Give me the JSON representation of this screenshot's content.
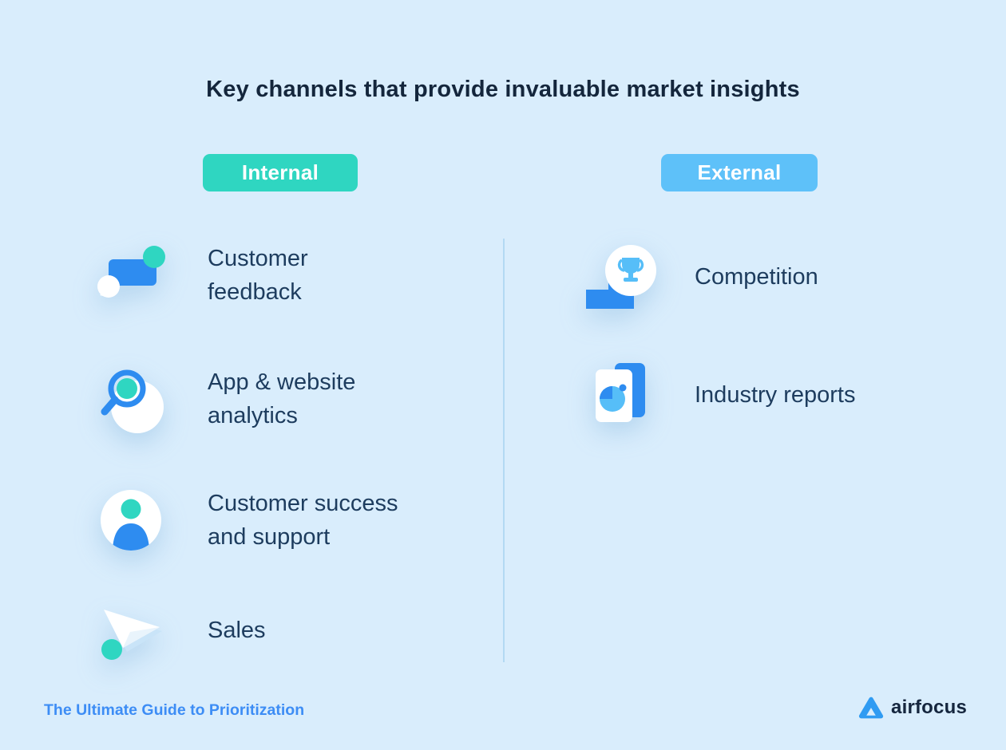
{
  "title": "Key channels that provide invaluable market insights",
  "columns": {
    "internal": {
      "label": "Internal",
      "items": [
        {
          "label": "Customer feedback",
          "icon": "customer-feedback-icon"
        },
        {
          "label": "App & website analytics",
          "icon": "analytics-magnifier-icon"
        },
        {
          "label": "Customer success and support",
          "icon": "customer-support-person-icon"
        },
        {
          "label": "Sales",
          "icon": "sales-paper-plane-icon"
        }
      ]
    },
    "external": {
      "label": "External",
      "items": [
        {
          "label": "Competition",
          "icon": "competition-trophy-icon"
        },
        {
          "label": "Industry reports",
          "icon": "industry-reports-document-icon"
        }
      ]
    }
  },
  "footer": {
    "caption": "The Ultimate Guide to Prioritization",
    "brand": "airfocus"
  },
  "colors": {
    "background": "#d9edfc",
    "title_text": "#14263c",
    "item_text": "#1d3c5e",
    "internal_badge": "#2fd6c1",
    "external_badge": "#5ec1f9",
    "accent_blue": "#2e8cf0",
    "teal": "#2fd6c1",
    "light_blue": "#56bef8",
    "link_blue": "#3d8df5",
    "divider": "#b3d9f3"
  }
}
